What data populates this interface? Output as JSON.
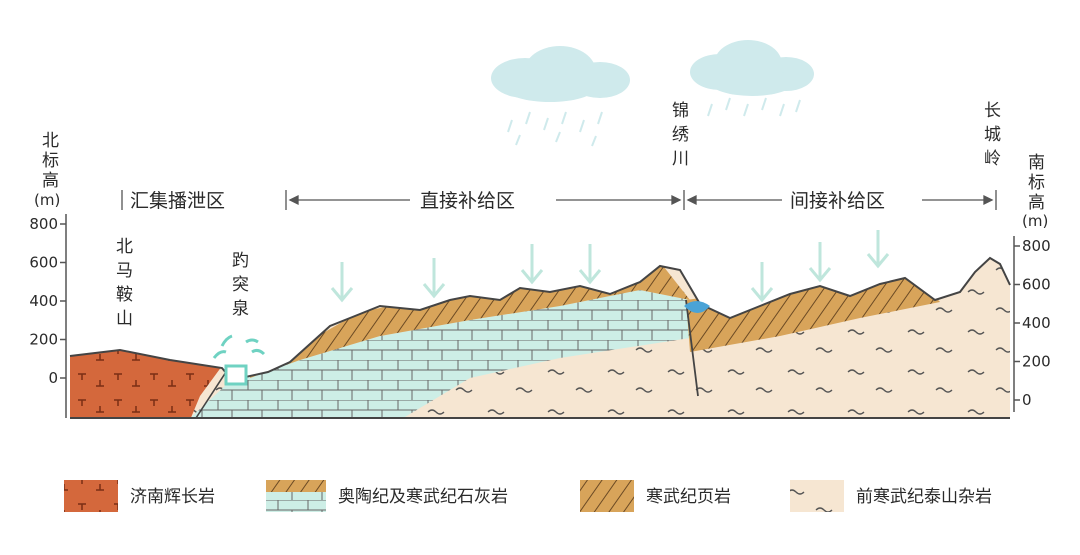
{
  "axis_left": {
    "title": "北标高",
    "unit": "(m)",
    "ticks": [
      "800",
      "600",
      "400",
      "200",
      "0"
    ]
  },
  "axis_right": {
    "title": "南标高",
    "unit": "(m)",
    "ticks": [
      "800",
      "600",
      "400",
      "200",
      "0"
    ]
  },
  "zones": {
    "discharge": "汇集播泄区",
    "direct": "直接补给区",
    "indirect": "间接补给区"
  },
  "places": {
    "beimaanshan": "北马鞍山",
    "baotuquan": "趵突泉",
    "jinxiuchuan": "锦绣川",
    "changchengling": "长城岭"
  },
  "legend": {
    "gabbro": "济南辉长岩",
    "limestone": "奥陶纪及寒武纪石灰岩",
    "shale": "寒武纪页岩",
    "granite": "前寒武纪泰山杂岩"
  },
  "colors": {
    "gabbro": "#d4683c",
    "limestone": "#cdeee6",
    "shale": "#d8a45a",
    "granite": "#f6e6d2",
    "water": "#4aa3d6",
    "cloud": "#cfeaec",
    "arrow": "#bfe6dc"
  }
}
